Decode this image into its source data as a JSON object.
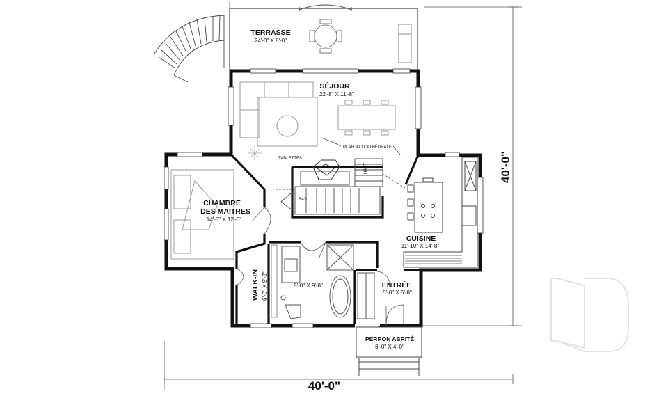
{
  "rooms": {
    "terrasse": {
      "name": "TERRASSE",
      "dims": "24'-0\" X 8'-0\""
    },
    "sejour": {
      "name": "SÉJOUR",
      "dims": "22'-8\" X 11'-8\""
    },
    "chambre": {
      "name_line1": "CHAMBRE",
      "name_line2": "DES MAITRES",
      "dims": "14'-8\" X 12'-0\""
    },
    "cuisine": {
      "name": "CUISINE",
      "dims": "11'-10\" X 14'-8\""
    },
    "walkin": {
      "name": "WALK-IN",
      "dims": "6'-0\" X 9'-8\""
    },
    "bath": {
      "dims": "8'-8\" X 9'-8\""
    },
    "entree": {
      "name": "ENTRÉE",
      "dims": "5'-0\" X 5'-8\""
    },
    "perron": {
      "name": "PERRON ABRITÉ",
      "dims": "8'-0\" X 4'-0\""
    }
  },
  "annotations": {
    "tablettes": "TABLETTES",
    "plafond": "PLAFOND CATHÉDRALE",
    "bas": "BAS",
    "haut": "HAUT"
  },
  "overall": {
    "width": "40'-0\"",
    "depth": "40'-0\""
  },
  "colors": {
    "wall": "#111111",
    "line": "#444444",
    "furniture": "#9a9a9a",
    "watermark": "#e6e6e6"
  }
}
